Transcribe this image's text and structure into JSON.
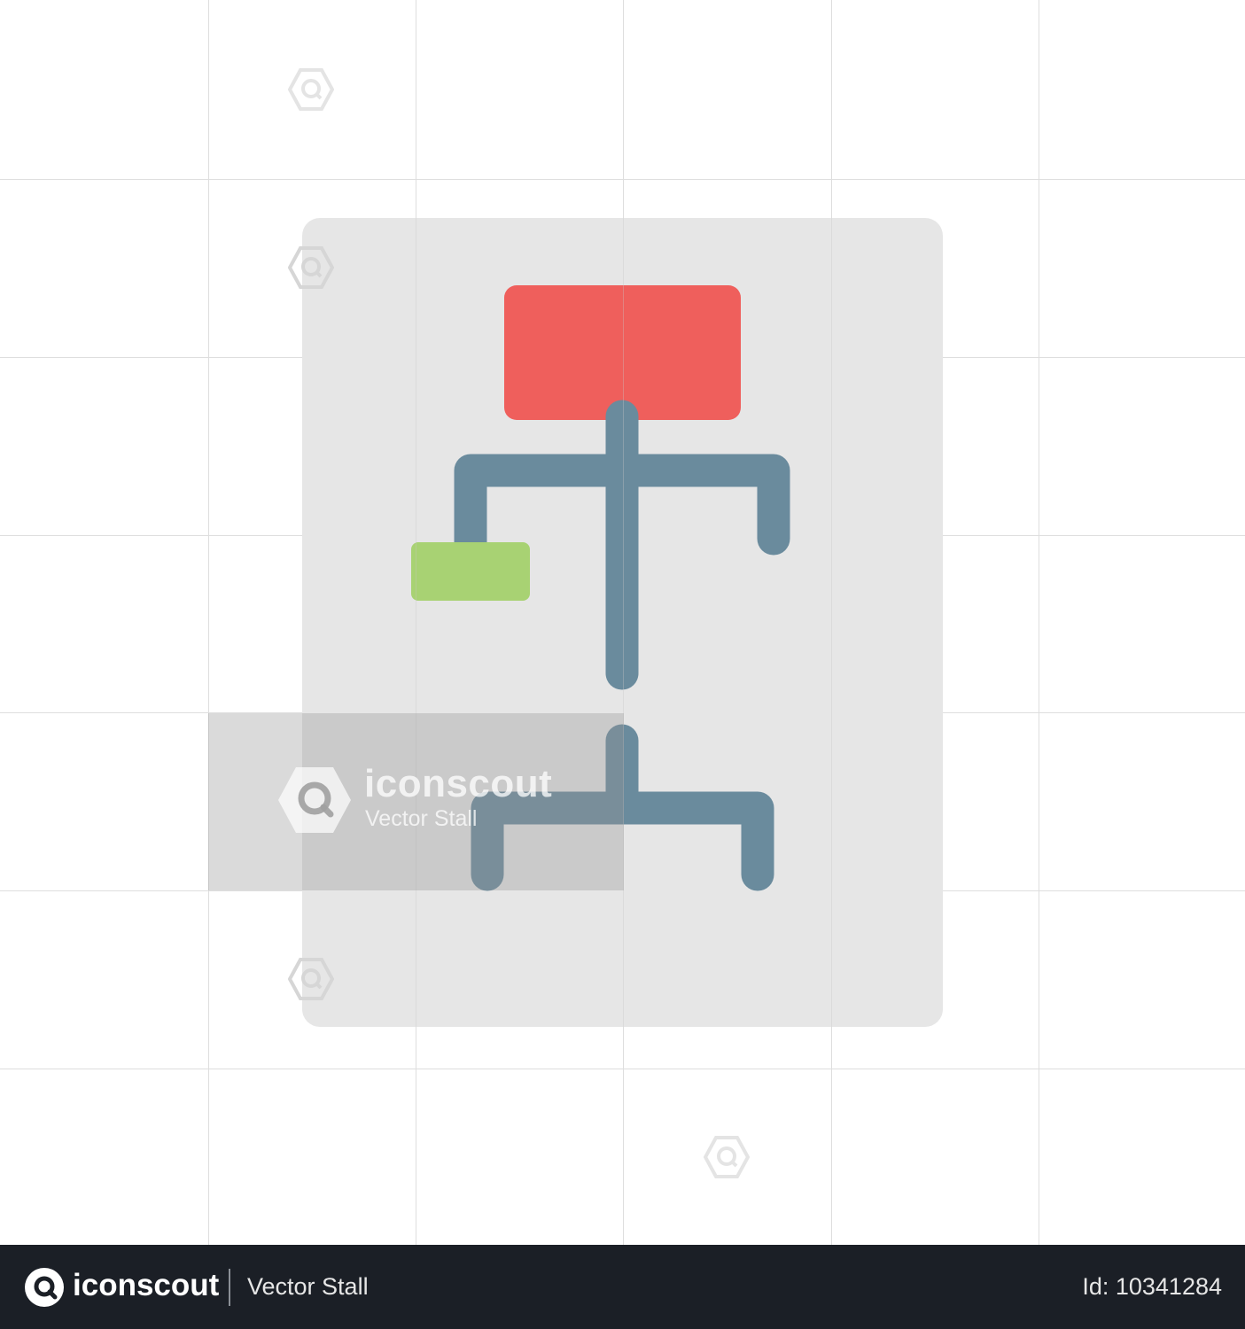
{
  "watermark": {
    "brand": "iconscout",
    "author": "Vector Stall",
    "logo_icon": "iconscout-logo-icon"
  },
  "footer": {
    "brand": "iconscout",
    "author": "Vector Stall",
    "asset_id": "Id: 10341284",
    "logo_icon": "iconscout-logo-icon"
  },
  "illustration": {
    "subject": "hierarchy-structure-icon",
    "colors": {
      "card": "#e6e6e6",
      "top_node": "#ef5f5c",
      "connector": "#6a8b9d",
      "side_node": "#a8d273"
    }
  },
  "colors": {
    "footer_background": "#1b1f26",
    "grid": "#dedede"
  }
}
